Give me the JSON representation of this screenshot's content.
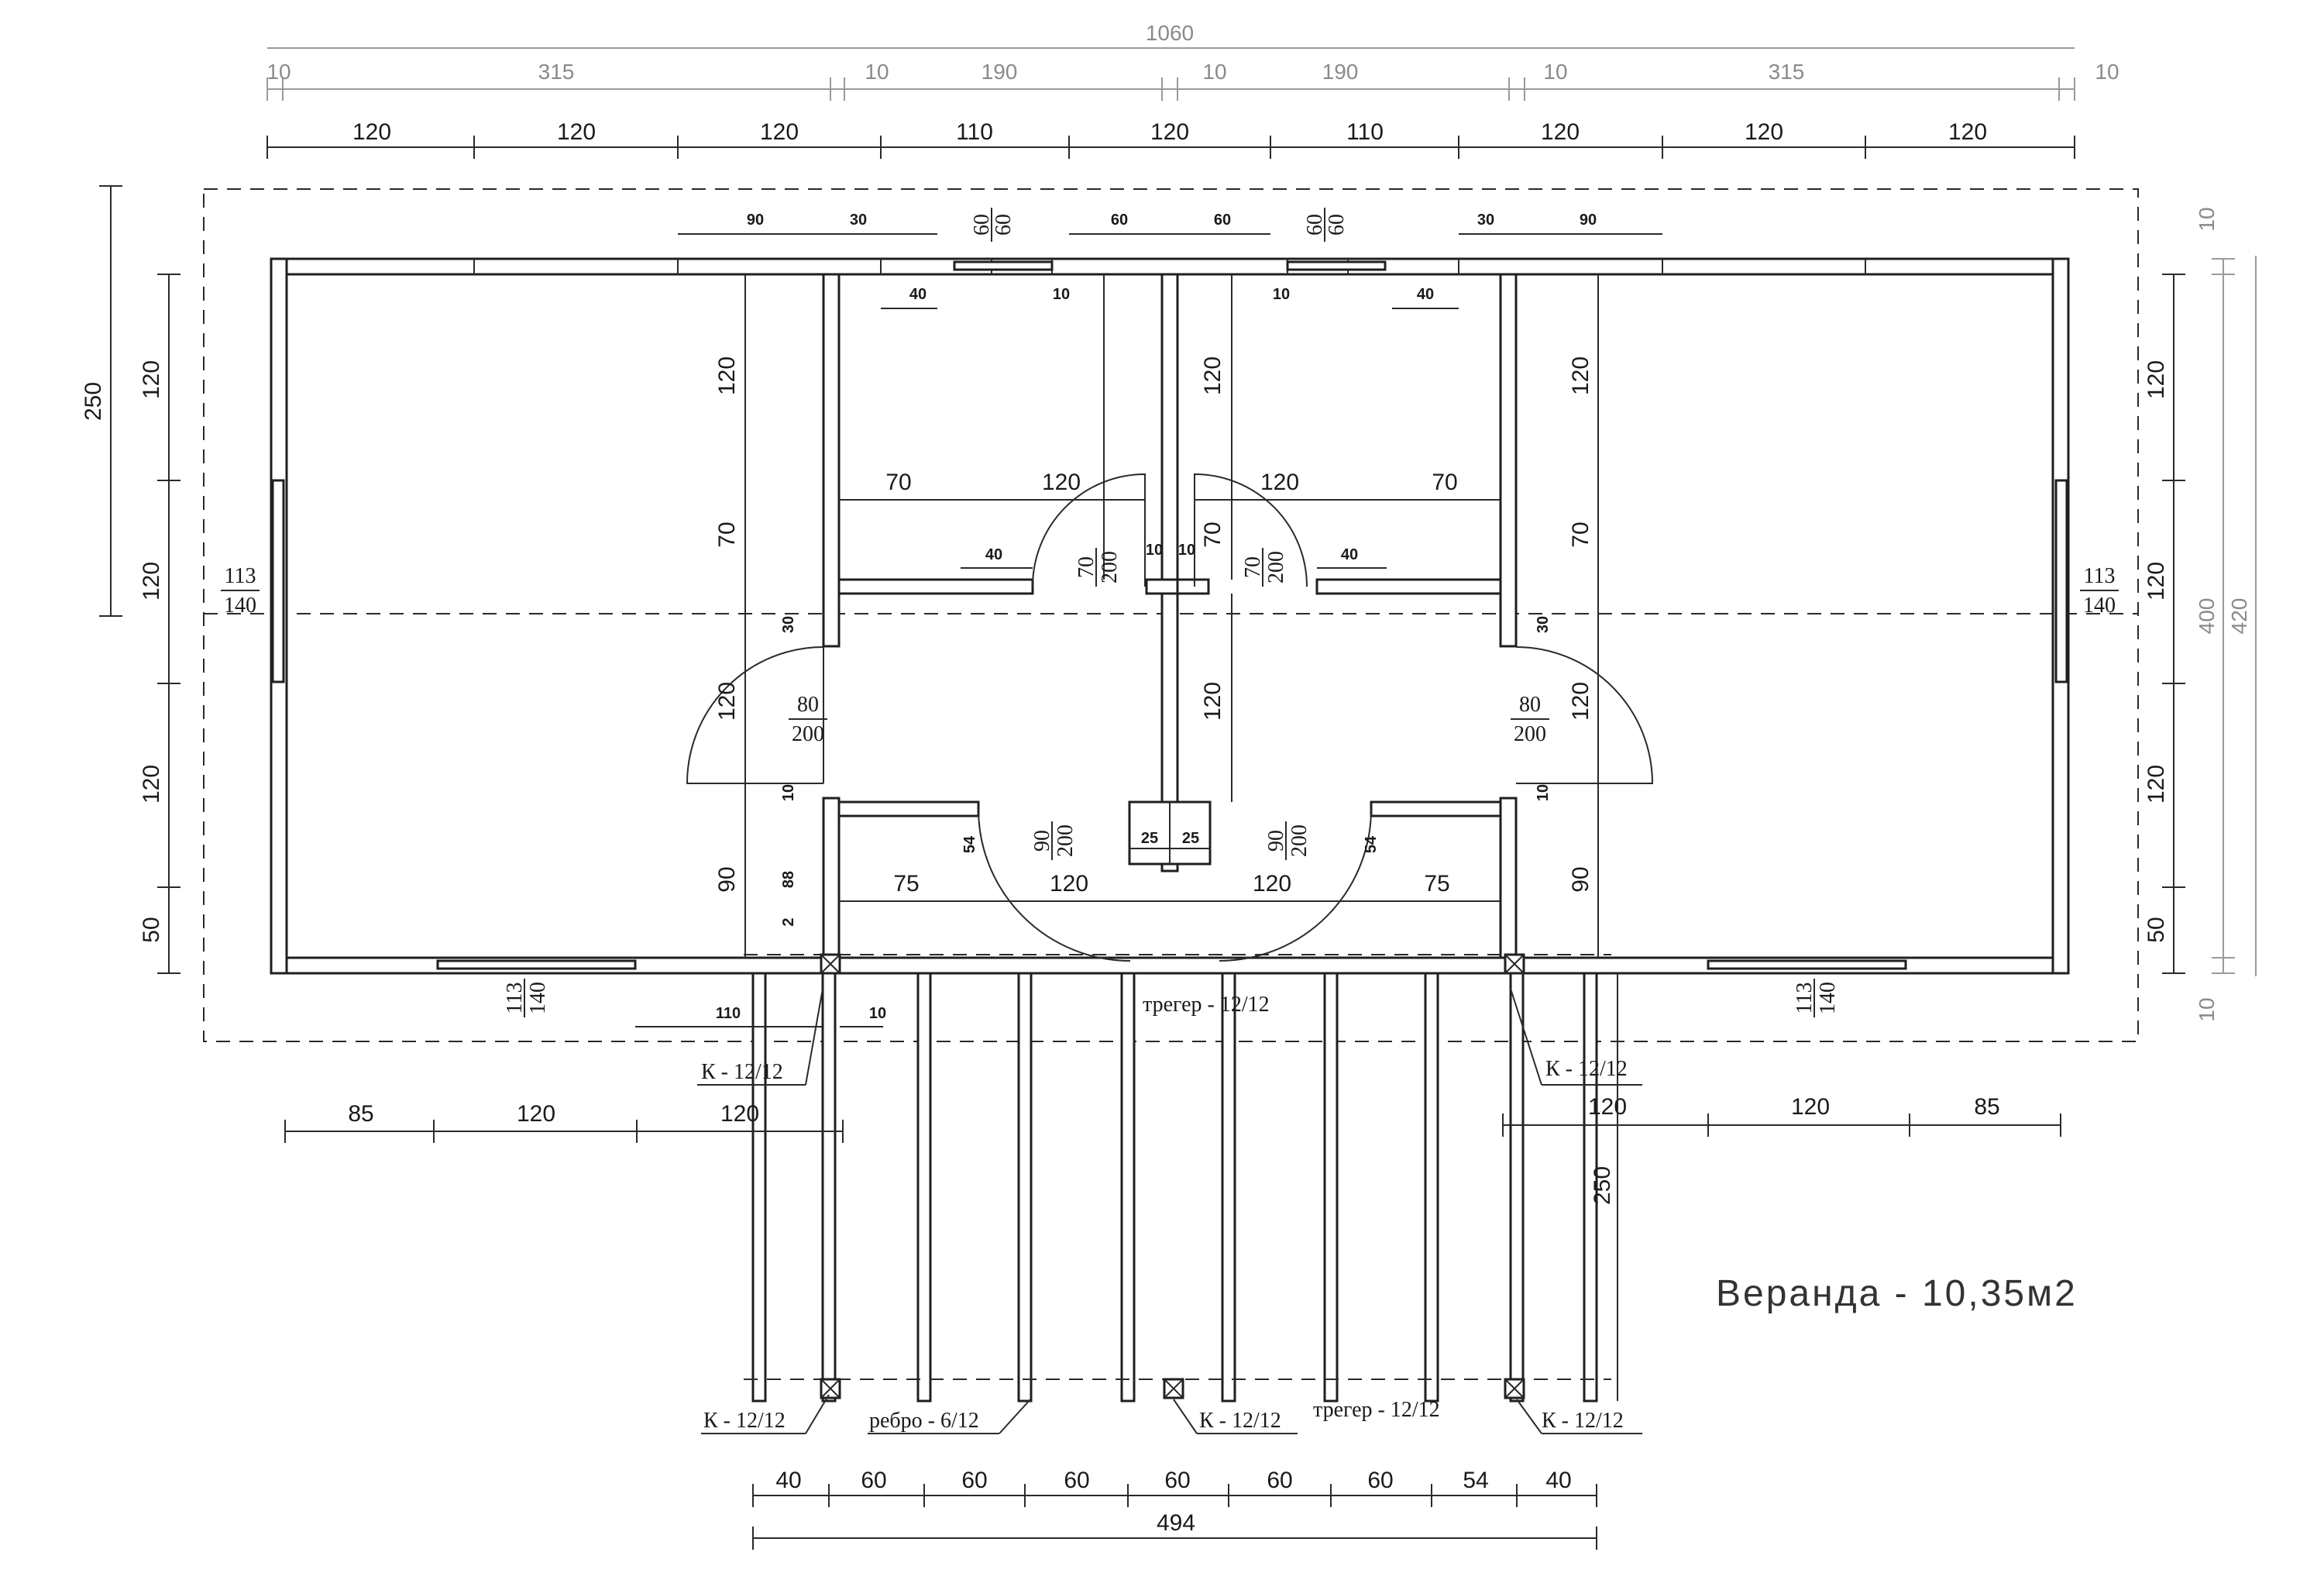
{
  "top_dims": {
    "overall": "1060",
    "row2": [
      "10",
      "315",
      "10",
      "190",
      "10",
      "190",
      "10",
      "315",
      "10"
    ],
    "row3": [
      "120",
      "120",
      "120",
      "110",
      "120",
      "110",
      "120",
      "120",
      "120"
    ]
  },
  "window_marks": {
    "w90_left": "90",
    "w30_left": "30",
    "w60_left": "60",
    "w60_right": "60",
    "w30_right": "30",
    "w90_right": "90",
    "frac_60_60_num": "60",
    "frac_60_60_den": "60",
    "d40_left": "40",
    "d10_left": "10",
    "d10_right": "10",
    "d40_right": "40"
  },
  "left_dims": {
    "overall": "250",
    "segments": [
      "120",
      "120",
      "120",
      "50"
    ]
  },
  "right_dims": {
    "segments": [
      "120",
      "120",
      "120",
      "50"
    ],
    "grey_10_top": "10",
    "grey_400": "400",
    "grey_420": "420",
    "grey_10_bottom": "10"
  },
  "interior": {
    "left_col": [
      "120",
      "70",
      "30",
      "120",
      "10",
      "90",
      "88",
      "2"
    ],
    "right_col": [
      "120",
      "70",
      "30",
      "120",
      "10",
      "90"
    ],
    "mid_left_col": [
      "120",
      "70",
      "120"
    ],
    "h70_left": "70",
    "h120_left": "120",
    "h120_right": "120",
    "h70_right": "70",
    "s40_left": "40",
    "s40_right": "40",
    "s10a": "10",
    "s10b": "10",
    "bottom_row": [
      "75",
      "120",
      "120",
      "75"
    ],
    "s25a": "25",
    "s25b": "25",
    "s54_left": "54",
    "s54_right": "54"
  },
  "fractions": {
    "side_window_left": [
      "113",
      "140"
    ],
    "side_window_right": [
      "113",
      "140"
    ],
    "bottom_window_left": [
      "113",
      "140"
    ],
    "bottom_window_right": [
      "113",
      "140"
    ],
    "door_80_left": [
      "80",
      "200"
    ],
    "door_80_right": [
      "80",
      "200"
    ],
    "door_70_left": [
      "70",
      "200"
    ],
    "door_70_right": [
      "70",
      "200"
    ],
    "door_90_left": [
      "90",
      "200"
    ],
    "door_90_right": [
      "90",
      "200"
    ]
  },
  "labels": {
    "treger_top": "трегер - 12/12",
    "k_left_top": "К - 12/12",
    "k_right_top": "К - 12/12",
    "k_bottom_1": "К - 12/12",
    "rebro": "ребро - 6/12",
    "k_bottom_2": "К - 12/12",
    "treger_bottom": "трегер - 12/12",
    "k_bottom_3": "К - 12/12",
    "veranda": "Веранда - 10,35м2"
  },
  "veranda_dims": {
    "left_110": "110",
    "left_10": "10",
    "left_row": [
      "85",
      "120",
      "120"
    ],
    "right_row": [
      "120",
      "120",
      "85"
    ],
    "v250": "250",
    "bottom_row": [
      "40",
      "60",
      "60",
      "60",
      "60",
      "60",
      "60",
      "54",
      "40"
    ],
    "total": "494"
  }
}
